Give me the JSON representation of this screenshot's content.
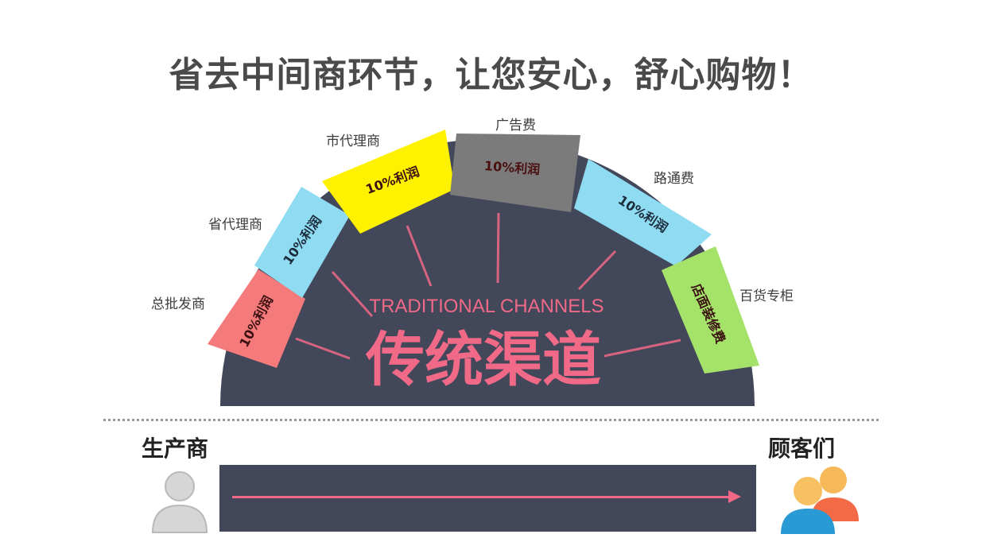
{
  "headline": "省去中间商环节，让您安心，舒心购物！",
  "arch": {
    "title_en": "TRADITIONAL CHANNELS",
    "title_cn": "传统渠道",
    "segments": [
      {
        "label": "总批发商",
        "text": "10%利润",
        "color": "#f47a7b"
      },
      {
        "label": "省代理商",
        "text": "10%利润",
        "color": "#8fdcf2"
      },
      {
        "label": "市代理商",
        "text": "10%利润",
        "color": "#fff200"
      },
      {
        "label": "广告费",
        "text": "10%利润",
        "color": "#7b7b7b"
      },
      {
        "label": "路通费",
        "text": "10%利润",
        "color": "#8fdcf2"
      },
      {
        "label": "百货专柜",
        "text": "店面装修费",
        "color": "#a4e26a"
      }
    ],
    "dark_color": "#43475a",
    "accent_color": "#f06a88"
  },
  "bottom": {
    "producer": "生产商",
    "customers": "顾客们"
  }
}
